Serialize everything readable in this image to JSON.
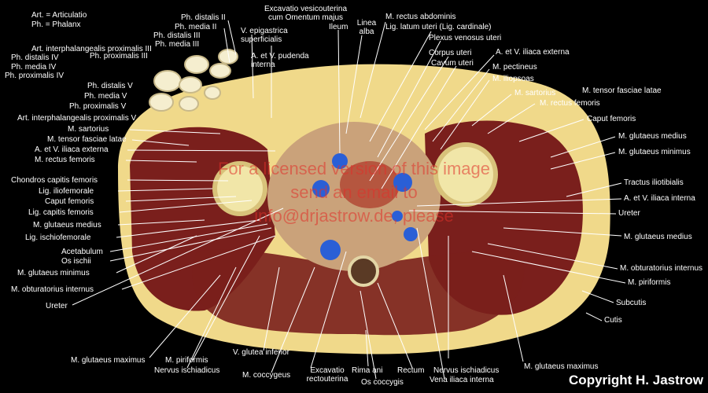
{
  "legend": [
    "Art. = Articulatio",
    "Ph. = Phalanx"
  ],
  "labels": {
    "ph_distalis_ii": "Ph. distalis II",
    "ph_media_ii": "Ph. media II",
    "ph_distalis_iii": "Ph. distalis III",
    "ph_media_iii": "Ph. media III",
    "art_ip_prox_iii": "Art. interphalangealis proximalis III",
    "ph_distalis_iv": "Ph. distalis IV",
    "ph_proximalis_iii": "Ph. proximalis III",
    "ph_media_iv": "Ph. media IV",
    "ph_proximalis_iv": "Ph. proximalis IV",
    "ph_distalis_v": "Ph. distalis V",
    "ph_media_v": "Ph. media V",
    "ph_proximalis_v": "Ph. proximalis V",
    "art_ip_prox_v": "Art. interphalangealis proximalis V",
    "v_epigastrica": "V. epigastrica superficialis",
    "excavatio_vesico": "Excavatio vesicouterina cum Omentum majus",
    "ileum": "Ileum",
    "linea_alba": "Linea alba",
    "m_rectus_abd": "M. rectus abdominis",
    "lig_latum": "Lig. latum uteri (Lig. cardinale)",
    "plexus_venosus": "Plexus venosus uteri",
    "corpus_uteri": "Corpus uteri",
    "cavum_uteri": "Cavum uteri",
    "a_v_pudenda": "A. et V. pudenda interna",
    "a_v_iliaca_ext_r": "A. et V. iliaca externa",
    "m_pectineus": "M. pectineus",
    "m_iliopsoas": "M. iliopsoas",
    "m_sartorius_r": "M. sartorius",
    "m_tensor_r": "M. tensor fasciae latae",
    "m_rectus_fem_r": "M. rectus femoris",
    "caput_femoris_r": "Caput femoris",
    "m_glut_medius_r1": "M. glutaeus medius",
    "m_glut_minimus_r": "M. glutaeus minimus",
    "tractus": "Tractus iliotibialis",
    "a_v_iliaca_int": "A. et V. iliaca interna",
    "ureter_r": "Ureter",
    "m_glut_medius_r2": "M. glutaeus medius",
    "m_obt_int_r": "M. obturatorius internus",
    "m_piriformis_r": "M. piriformis",
    "subcutis": "Subcutis",
    "cutis": "Cutis",
    "m_glut_max_r": "M. glutaeus maximus",
    "m_sartorius_l": "M. sartorius",
    "m_tensor_l": "M. tensor fasciae latae",
    "a_v_iliaca_ext_l": "A. et V. iliaca externa",
    "m_rectus_fem_l": "M. rectus femoris",
    "chondros": "Chondros capitis femoris",
    "lig_iliofemorale": "Lig. iliofemorale",
    "caput_femoris_l": "Caput femoris",
    "lig_capitis": "Lig. capitis femoris",
    "m_glut_medius_l": "M. glutaeus medius",
    "lig_ischio": "Lig. ischiofemorale",
    "acetabulum": "Acetabulum",
    "os_ischii": "Os ischii",
    "m_glut_minimus_l": "M. glutaeus minimus",
    "m_obt_int_l": "M. obturatorius internus",
    "ureter_l": "Ureter",
    "m_glut_max_l": "M. glutaeus maximus",
    "m_piriformis_l": "M. piriformis",
    "nervus_isch_l": "Nervus ischiadicus",
    "v_glutea_inf": "V. glutea inferior",
    "m_coccygeus": "M. coccygeus",
    "excavatio_recto": "Excavatio rectouterina",
    "rima_ani": "Rima ani",
    "os_coccygis": "Os coccygis",
    "rectum": "Rectum",
    "nervus_isch_r": "Nervus ischiadicus",
    "vena_iliaca_int": "Vena iliaca interna"
  },
  "watermark": [
    "For a licensed version of this image",
    "send an email to",
    "info@drjastrow.de, please"
  ],
  "copyright": "Copyright H. Jastrow",
  "colors": {
    "background": "#000000",
    "skin": "#f0d98a",
    "muscle": "#7a1f1c",
    "vessel_blue": "#2a5fd6",
    "label": "#ffffff",
    "watermark": "#e0302a"
  }
}
